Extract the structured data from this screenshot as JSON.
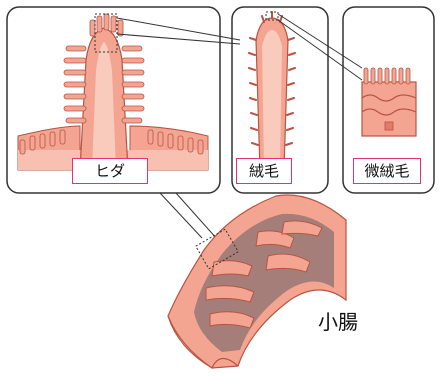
{
  "labels": {
    "fold": "ヒダ",
    "villus": "絨毛",
    "microvillus": "微絨毛",
    "small_intestine": "小腸"
  },
  "colors": {
    "tissue_fill": "#f3a592",
    "tissue_outline": "#b85443",
    "lumen_fill": "#a67e79",
    "panel_border": "#333333",
    "label_border": "#e2337a"
  }
}
